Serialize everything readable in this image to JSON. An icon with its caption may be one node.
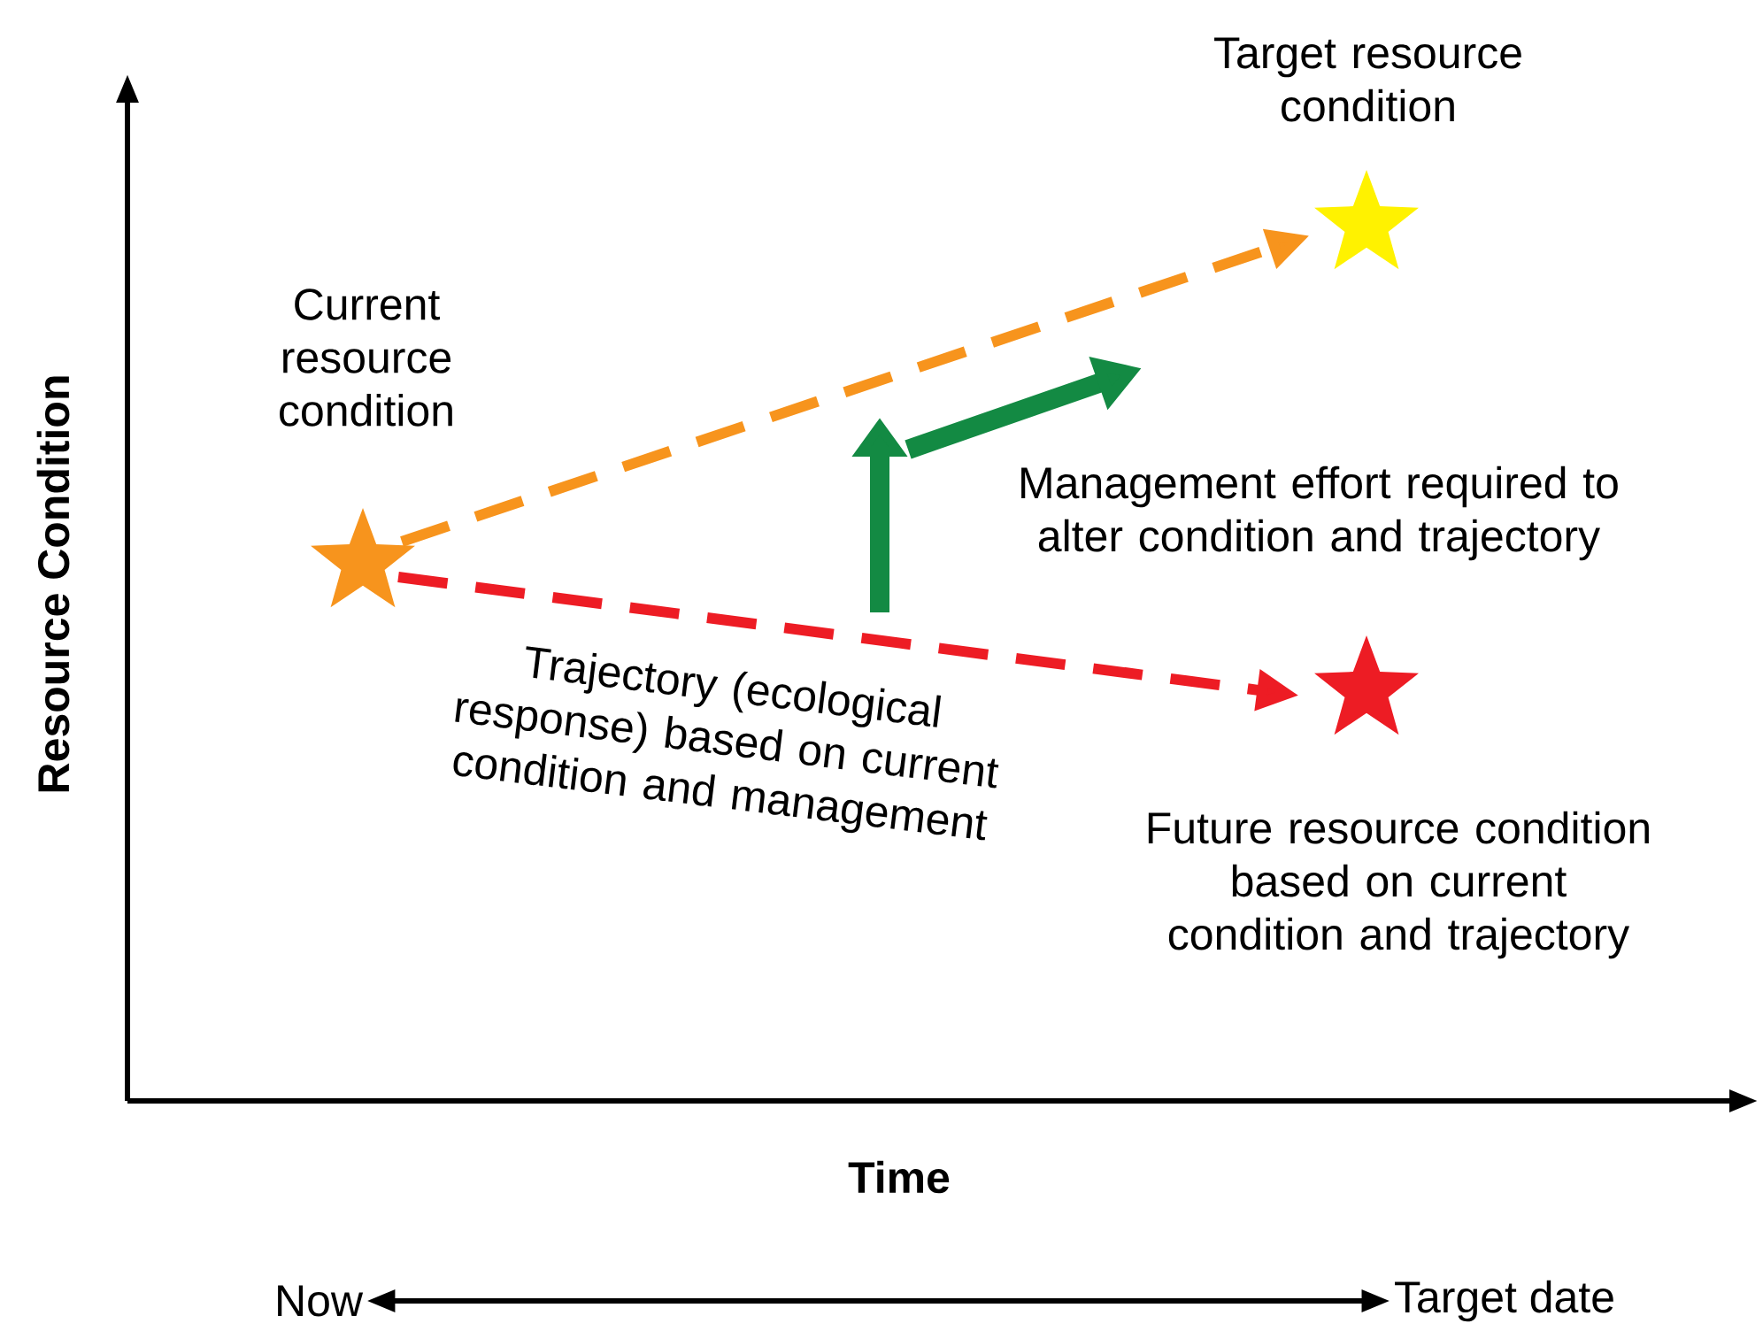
{
  "diagram": {
    "nodes": [
      {
        "text": [],
        "shape": "star",
        "beside": [
          "Current resource condition"
        ]
      },
      {
        "text": [],
        "shape": "star",
        "beside": [
          "Target resource condition"
        ]
      },
      {
        "text": [],
        "shape": "star",
        "beside": [
          "Future resource condition based on current condition and trajectory"
        ]
      },
      {
        "text": [
          "Now"
        ]
      },
      {
        "text": [
          "Target date"
        ]
      }
    ],
    "edges": [
      {
        "from": 0,
        "to": 1,
        "arrow": "to",
        "style": "dashed",
        "color": "#f7941d"
      },
      {
        "from": 0,
        "to": 2,
        "arrow": "to",
        "style": "dashed",
        "color": "#ed1c24",
        "label": "Trajectory (ecological response) based on current condition and management"
      },
      {
        "from": 3,
        "to": 4,
        "arrow": "both",
        "color": "#000000"
      }
    ],
    "labels": [
      "Resource Condition",
      "Time",
      "Management effort required to alter condition and trajectory"
    ]
  }
}
